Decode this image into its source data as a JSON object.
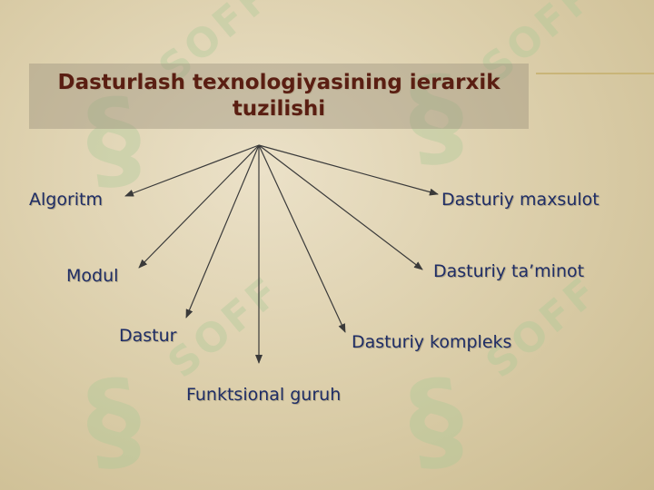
{
  "diagram": {
    "title": "Dasturlash texnologiyasining ierarxik tuzilishi",
    "nodes": [
      {
        "id": "algoritm",
        "label": "Algoritm"
      },
      {
        "id": "modul",
        "label": "Modul"
      },
      {
        "id": "dastur",
        "label": "Dastur"
      },
      {
        "id": "funktsional-guruh",
        "label": "Funktsional guruh"
      },
      {
        "id": "dasturiy-kompleks",
        "label": "Dasturiy kompleks"
      },
      {
        "id": "dasturiy-taminot",
        "label": "Dasturiy ta’minot"
      },
      {
        "id": "dasturiy-maxsulot",
        "label": "Dasturiy maxsulot"
      }
    ],
    "edges": [
      {
        "from": "title",
        "to": "algoritm"
      },
      {
        "from": "title",
        "to": "modul"
      },
      {
        "from": "title",
        "to": "dastur"
      },
      {
        "from": "title",
        "to": "funktsional-guruh"
      },
      {
        "from": "title",
        "to": "dasturiy-kompleks"
      },
      {
        "from": "title",
        "to": "dasturiy-taminot"
      },
      {
        "from": "title",
        "to": "dasturiy-maxsulot"
      }
    ]
  },
  "colors": {
    "title": "#5a1e12",
    "node_text": "#1f2d66",
    "arrow": "#3a3a3a",
    "background": "#ddd0ad",
    "watermark": "#a5c896"
  }
}
